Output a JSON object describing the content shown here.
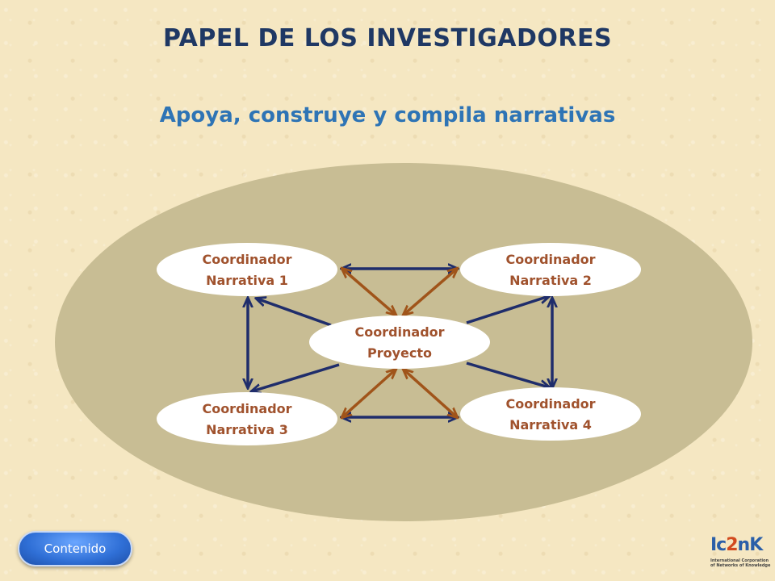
{
  "title": "PAPEL DE LOS INVESTIGADORES",
  "subtitle": "Apoya, construye y compila narrativas",
  "nodes": {
    "n1": {
      "line1": "Coordinador",
      "line2": "Narrativa 1"
    },
    "n2": {
      "line1": "Coordinador",
      "line2": "Narrativa 2"
    },
    "center": {
      "line1": "Coordinador",
      "line2": "Proyecto"
    },
    "n3": {
      "line1": "Coordinador",
      "line2": "Narrativa 3"
    },
    "n4": {
      "line1": "Coordinador",
      "line2": "Narrativa 4"
    }
  },
  "button": {
    "label": "Contenido"
  },
  "logo": {
    "main_a": "Ic",
    "main_accent": "2",
    "main_b": "nK",
    "sub1": "International Corporation",
    "sub2": "of Networks of Knowledge"
  },
  "colors": {
    "title": "#1f3864",
    "subtitle": "#2e74b5",
    "outer_ellipse": "#c8bd94",
    "node_text": "#a0522d",
    "arrow_navy": "#1f2d6b",
    "arrow_brown": "#a0541a",
    "button": "#2f6fd6"
  }
}
